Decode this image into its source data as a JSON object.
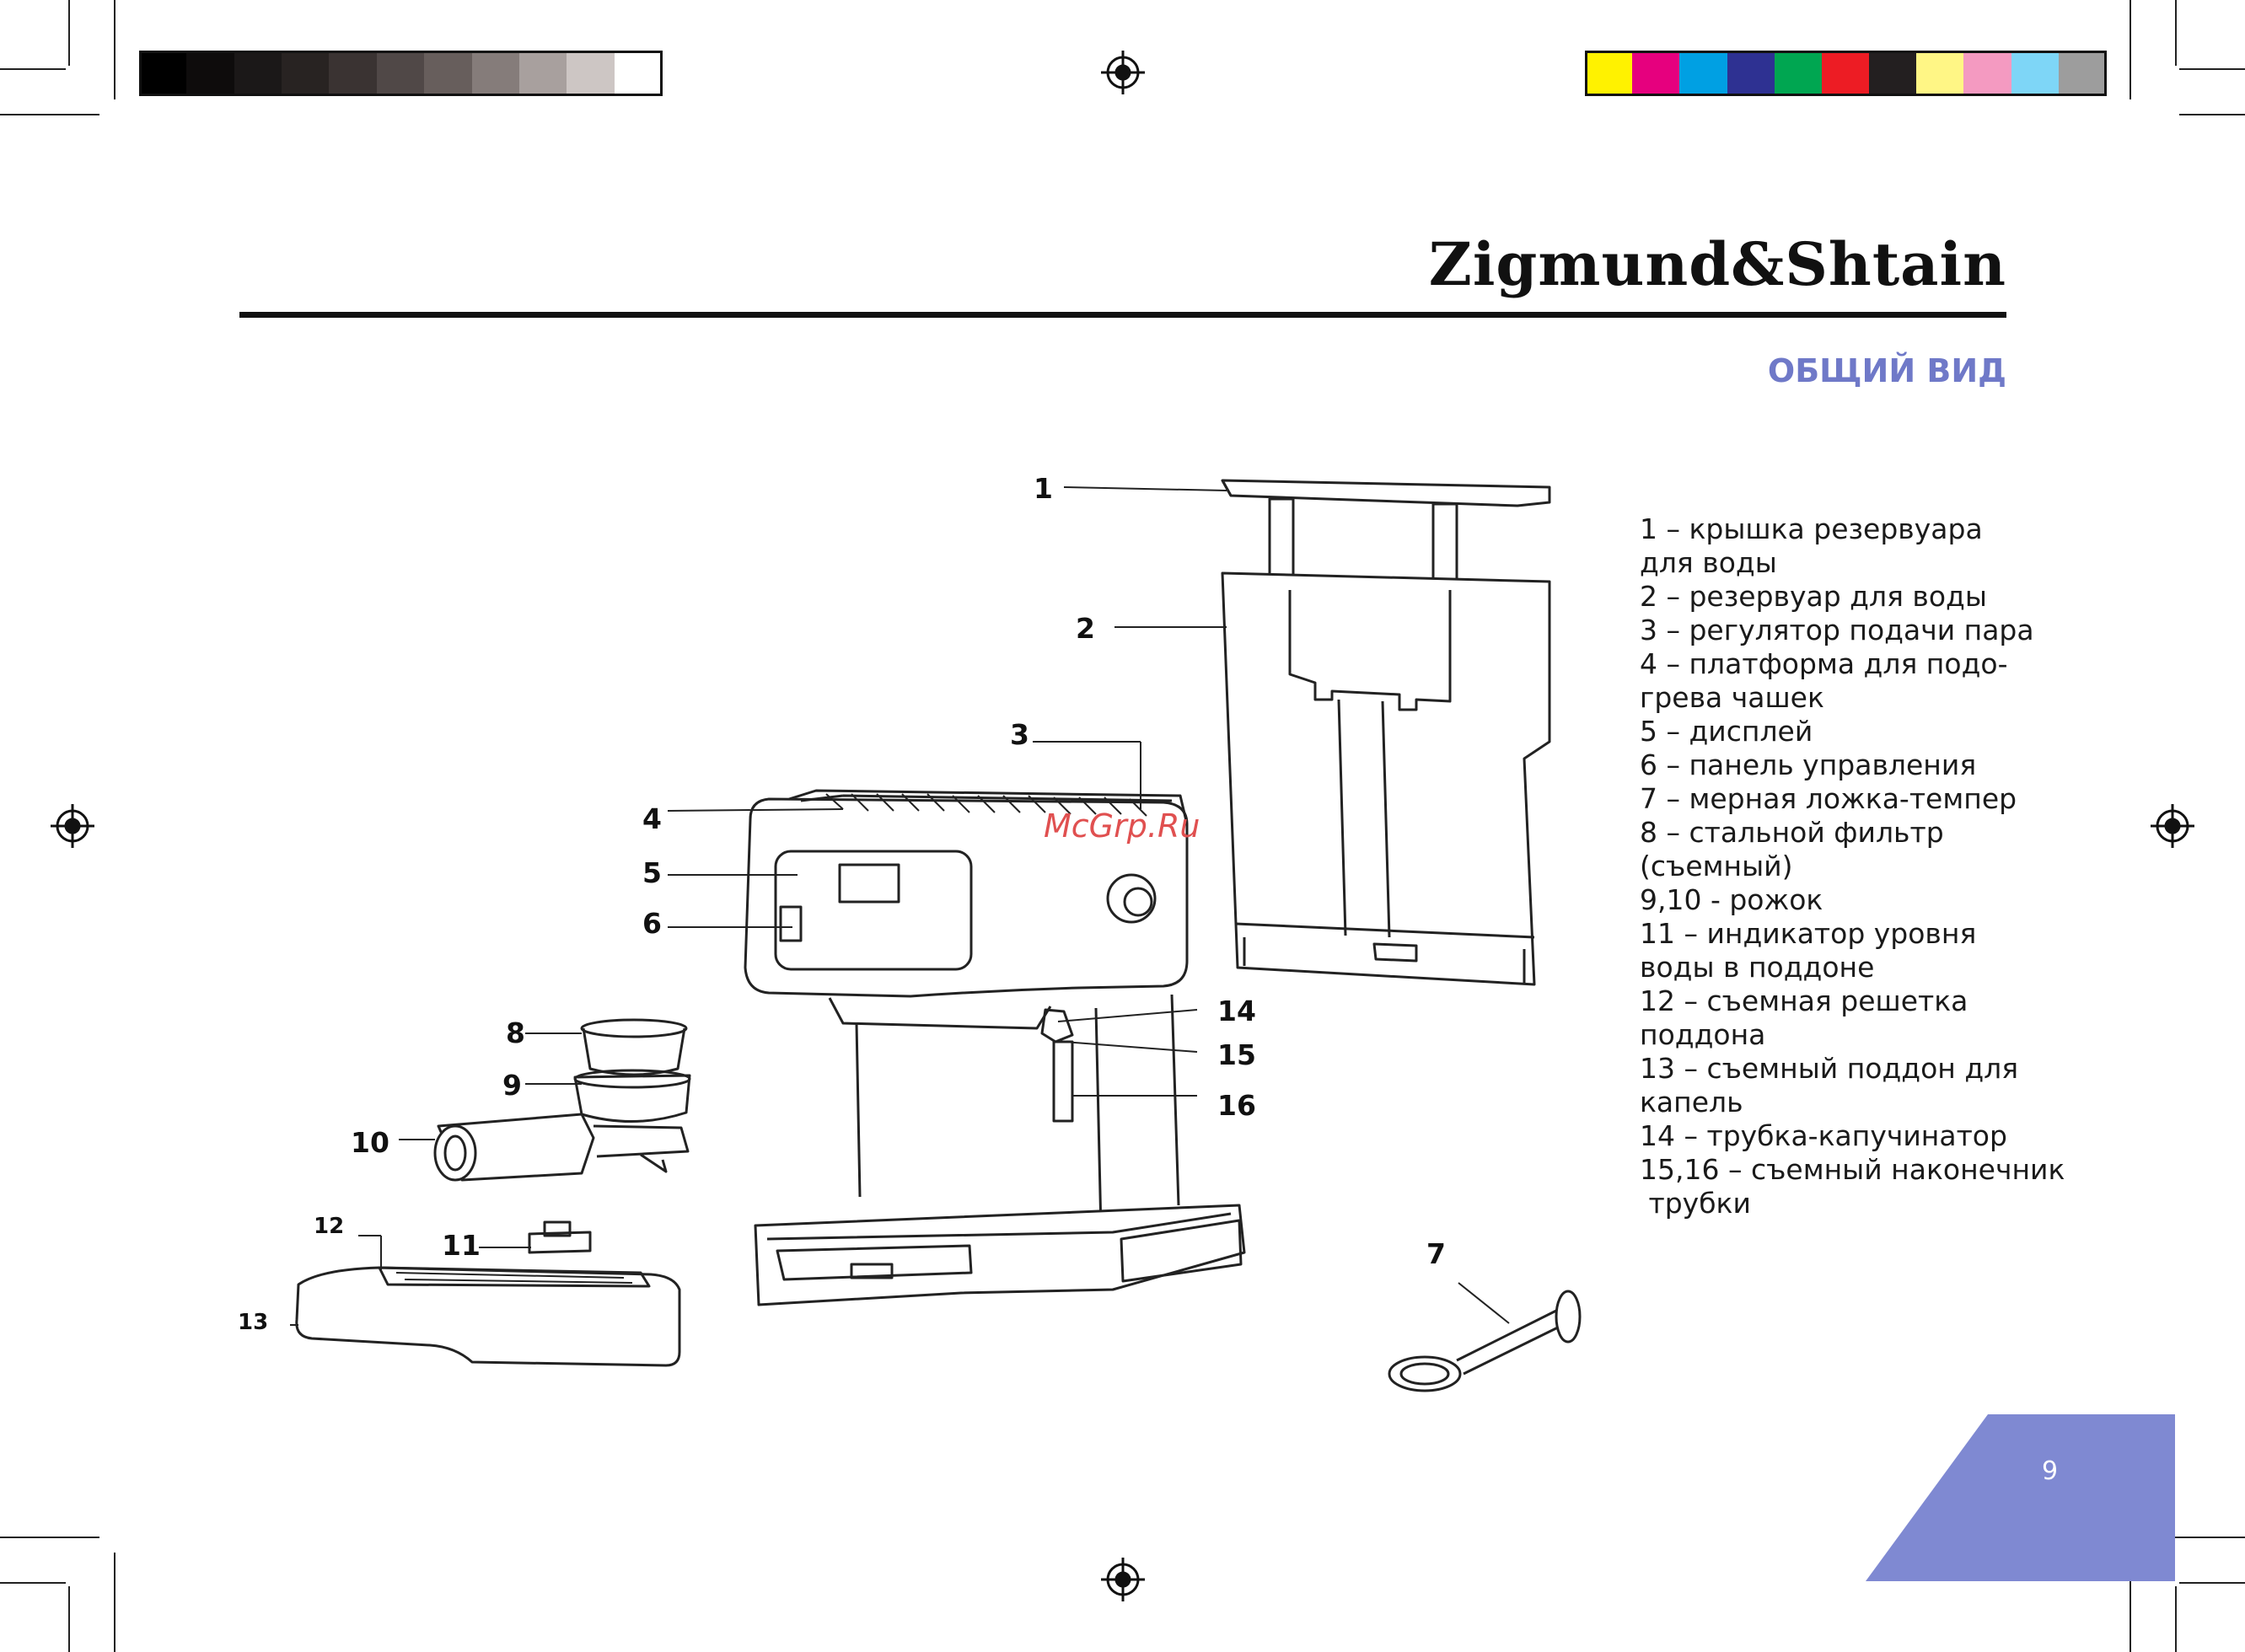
{
  "header": {
    "brand_logo": "Zigmund&Shtain",
    "section_title": "ОБЩИЙ ВИД"
  },
  "colors": {
    "accent": "#6f79c8",
    "page_corner": "#7f89d2",
    "grayscale_bar": [
      "#000000",
      "#0e0c0c",
      "#1b1818",
      "#282322",
      "#3a3332",
      "#504847",
      "#675e5c",
      "#857c7a",
      "#a8a09e",
      "#cdc6c4",
      "#ffffff"
    ],
    "color_bar": [
      "#fff200",
      "#e6007e",
      "#00a0e3",
      "#2e3192",
      "#00a651",
      "#ed1c24",
      "#231f20",
      "#fff685",
      "#f49ac1",
      "#7ed6f7",
      "#9d9d9d"
    ]
  },
  "callouts": {
    "c1": "1",
    "c2": "2",
    "c3": "3",
    "c4": "4",
    "c5": "5",
    "c6": "6",
    "c7": "7",
    "c8": "8",
    "c9": "9",
    "c10": "10",
    "c11": "11",
    "c12": "12",
    "c13": "13",
    "c14": "14",
    "c15": "15",
    "c16": "16"
  },
  "legend": [
    "1 – крышка резервуара",
    "для воды",
    "2 – резервуар для воды",
    "3 – регулятор подачи пара",
    "4 – платформа для подо-",
    "грева чашек",
    "5 – дисплей",
    "6 – панель управления",
    "7 – мерная ложка-темпер",
    "8 – стальной фильтр",
    "(съемный)",
    "9,10 - рожок",
    "11 – индикатор уровня",
    "воды в поддоне",
    "12 – съемная решетка",
    "поддона",
    "13 – съемный поддон для",
    "капель",
    "14 – трубка-капучинатор",
    "15,16 – съемный наконечник",
    " трубки"
  ],
  "watermark": "McGrp.Ru",
  "page_number": "9"
}
